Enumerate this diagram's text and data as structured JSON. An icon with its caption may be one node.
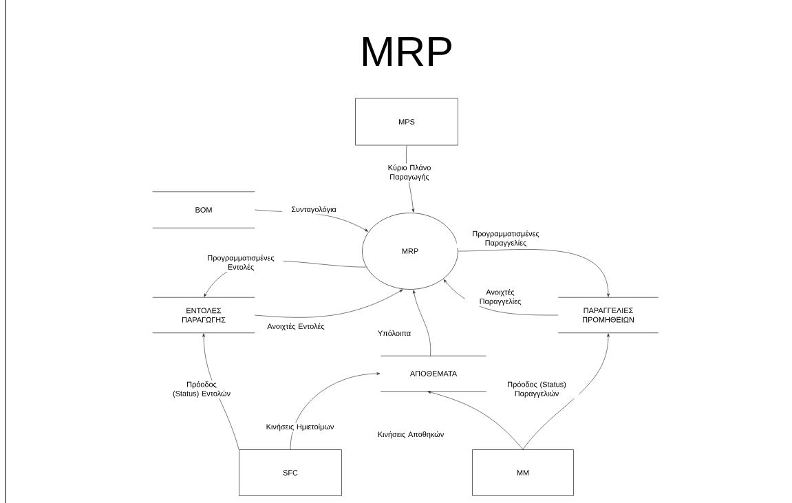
{
  "diagram": {
    "title": "MRP",
    "nodes": [
      {
        "text": [
          "MPS"
        ]
      },
      {
        "text": [
          "BOM"
        ]
      },
      {
        "text": [
          "MRP"
        ]
      },
      {
        "text": [
          "ΕΝΤΟΛΕΣ ΠΑΡΑΓΩΓΗΣ"
        ]
      },
      {
        "text": [
          "ΠΑΡΑΓΓΕΛΙΕΣ ΠΡΟΜΗΘΕΙΩΝ"
        ]
      },
      {
        "text": [
          "ΑΠΟΘΕΜΑΤΑ"
        ]
      },
      {
        "text": [
          "SFC"
        ]
      },
      {
        "text": [
          "MM"
        ]
      }
    ],
    "edges": [
      {
        "from": 0,
        "to": 2,
        "arrow": "to",
        "label": "Κύριο Πλάνο Παραγωγής"
      },
      {
        "from": 1,
        "to": 2,
        "arrow": "to",
        "label": "Συνταγολόγια"
      },
      {
        "from": 2,
        "to": 3,
        "arrow": "to",
        "label": "Προγραμματισμένες Εντολές"
      },
      {
        "from": 3,
        "to": 2,
        "arrow": "to",
        "label": "Ανοιχτές Εντολές"
      },
      {
        "from": 2,
        "to": 4,
        "arrow": "to",
        "label": "Προγραμματισμένες Παραγγελίες"
      },
      {
        "from": 4,
        "to": 2,
        "arrow": "to",
        "label": "Ανοιχτές Παραγγελίες"
      },
      {
        "from": 5,
        "to": 2,
        "arrow": "to",
        "label": "Υπόλοιπα"
      },
      {
        "from": 6,
        "to": 3,
        "arrow": "to",
        "label": "Πρόοδος (Status) Εντολών"
      },
      {
        "from": 6,
        "to": 5,
        "arrow": "to",
        "label": "Κινήσεις Ημιετοίμων"
      },
      {
        "from": 7,
        "to": 5,
        "arrow": "to",
        "label": "Κινήσεις Αποθηκών"
      },
      {
        "from": 7,
        "to": 4,
        "arrow": "to",
        "label": "Πρόοδος (Status) Παραγγελιών"
      }
    ]
  }
}
